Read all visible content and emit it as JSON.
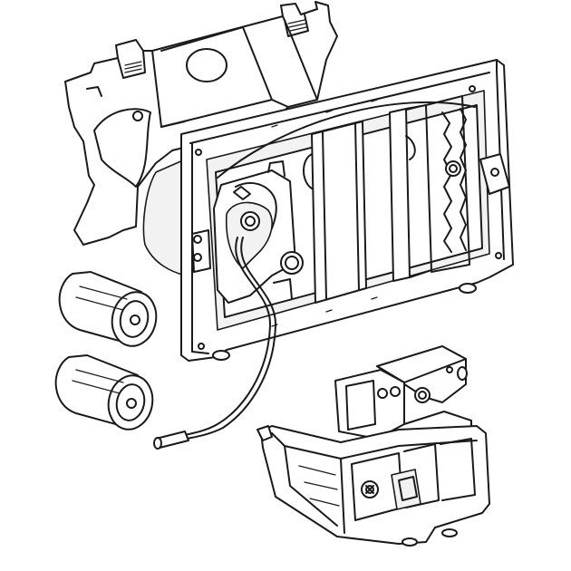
{
  "figure": {
    "background": "#ffffff",
    "line_color": "#1a1a1a",
    "parts": [
      "back-cover-plate",
      "mounting-frame",
      "control-unit",
      "connection-cable",
      "battery-1",
      "battery-2",
      "battery-compartment-module"
    ]
  }
}
